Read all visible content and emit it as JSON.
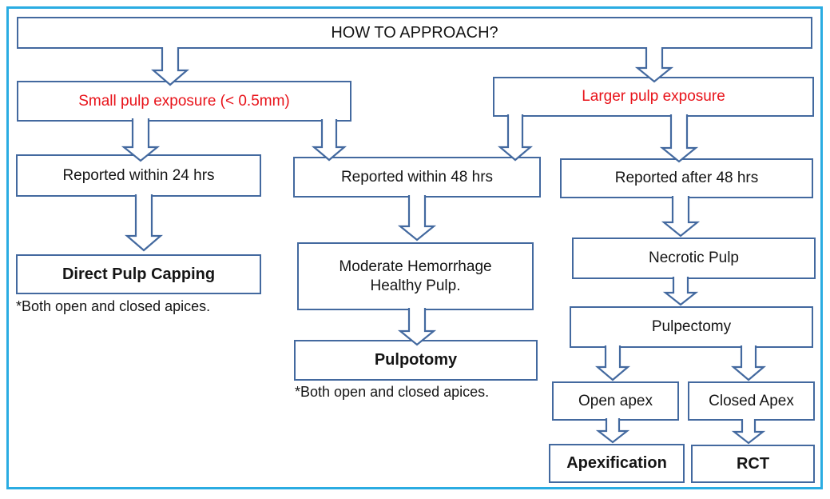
{
  "title": "HOW TO APPROACH?",
  "colors": {
    "frame": "#2aace2",
    "box-border": "#43699f",
    "red-text": "#e8131a",
    "text": "#151515"
  },
  "nodes": [
    {
      "id": "title",
      "label": "HOW TO APPROACH?",
      "emphasis": "plain"
    },
    {
      "id": "small-exposure",
      "label": "Small pulp exposure (< 0.5mm)",
      "emphasis": "red"
    },
    {
      "id": "larger-exposure",
      "label": "Larger pulp exposure",
      "emphasis": "red"
    },
    {
      "id": "reported-24",
      "label": "Reported within 24 hrs",
      "emphasis": "plain"
    },
    {
      "id": "reported-48",
      "label": "Reported within 48 hrs",
      "emphasis": "plain"
    },
    {
      "id": "reported-after-48",
      "label": "Reported after 48 hrs",
      "emphasis": "plain"
    },
    {
      "id": "direct-pulp-capping",
      "label": "Direct Pulp Capping",
      "emphasis": "bold"
    },
    {
      "id": "moderate-hemorrhage",
      "label": "Moderate Hemorrhage\nHealthy Pulp.",
      "emphasis": "plain"
    },
    {
      "id": "pulpotomy",
      "label": "Pulpotomy",
      "emphasis": "bold"
    },
    {
      "id": "necrotic-pulp",
      "label": "Necrotic Pulp",
      "emphasis": "plain"
    },
    {
      "id": "pulpectomy",
      "label": "Pulpectomy",
      "emphasis": "plain"
    },
    {
      "id": "open-apex",
      "label": "Open apex",
      "emphasis": "plain"
    },
    {
      "id": "closed-apex",
      "label": "Closed Apex",
      "emphasis": "plain"
    },
    {
      "id": "apexification",
      "label": "Apexification",
      "emphasis": "bold"
    },
    {
      "id": "rct",
      "label": "RCT",
      "emphasis": "bold"
    }
  ],
  "notes": [
    {
      "id": "note-direct-pulp-capping",
      "text": "*Both open and closed apices."
    },
    {
      "id": "note-pulpotomy",
      "text": "*Both open and closed apices."
    }
  ],
  "edges": [
    {
      "from": "title",
      "to": "small-exposure"
    },
    {
      "from": "title",
      "to": "larger-exposure"
    },
    {
      "from": "small-exposure",
      "to": "reported-24"
    },
    {
      "from": "small-exposure",
      "to": "reported-48"
    },
    {
      "from": "larger-exposure",
      "to": "reported-48"
    },
    {
      "from": "larger-exposure",
      "to": "reported-after-48"
    },
    {
      "from": "reported-24",
      "to": "direct-pulp-capping"
    },
    {
      "from": "reported-48",
      "to": "moderate-hemorrhage"
    },
    {
      "from": "moderate-hemorrhage",
      "to": "pulpotomy"
    },
    {
      "from": "reported-after-48",
      "to": "necrotic-pulp"
    },
    {
      "from": "necrotic-pulp",
      "to": "pulpectomy"
    },
    {
      "from": "pulpectomy",
      "to": "open-apex"
    },
    {
      "from": "pulpectomy",
      "to": "closed-apex"
    },
    {
      "from": "open-apex",
      "to": "apexification"
    },
    {
      "from": "closed-apex",
      "to": "rct"
    }
  ]
}
